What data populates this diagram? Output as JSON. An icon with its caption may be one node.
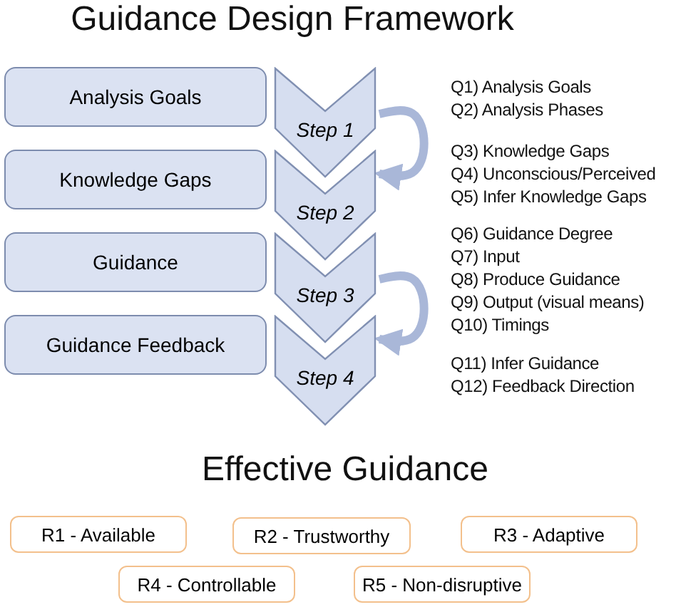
{
  "diagram": {
    "title": "Guidance Design Framework",
    "nodes": [
      {
        "text": [
          "Analysis Goals"
        ]
      },
      {
        "text": [
          "Knowledge Gaps"
        ]
      },
      {
        "text": [
          "Guidance"
        ]
      },
      {
        "text": [
          "Guidance Feedback"
        ]
      },
      {
        "text": [
          "Step 1"
        ],
        "beside": [
          "Q1) Analysis Goals",
          "Q2) Analysis Phases"
        ]
      },
      {
        "text": [
          "Step 2"
        ],
        "beside": [
          "Q3) Knowledge Gaps",
          "Q4) Unconscious/Perceived",
          "Q5) Infer Knowledge Gaps"
        ]
      },
      {
        "text": [
          "Step 3"
        ],
        "beside": [
          "Q6) Guidance Degree",
          "Q7) Input",
          "Q8) Produce Guidance",
          "Q9) Output (visual means)",
          "Q10) Timings"
        ]
      },
      {
        "text": [
          "Step 4"
        ],
        "beside": [
          "Q11) Infer Guidance",
          "Q12) Feedback Direction"
        ]
      },
      {
        "text": [
          "R1 - Available"
        ]
      },
      {
        "text": [
          "R2 - Trustworthy"
        ]
      },
      {
        "text": [
          "R3 - Adaptive"
        ]
      },
      {
        "text": [
          "R4 - Controllable"
        ]
      },
      {
        "text": [
          "R5 - Non-disruptive"
        ]
      }
    ],
    "edges": [
      {
        "from": 4,
        "to": 5,
        "arrow": "to"
      },
      {
        "from": 6,
        "to": 7,
        "arrow": "to"
      }
    ],
    "labels": [
      "Effective Guidance"
    ]
  }
}
